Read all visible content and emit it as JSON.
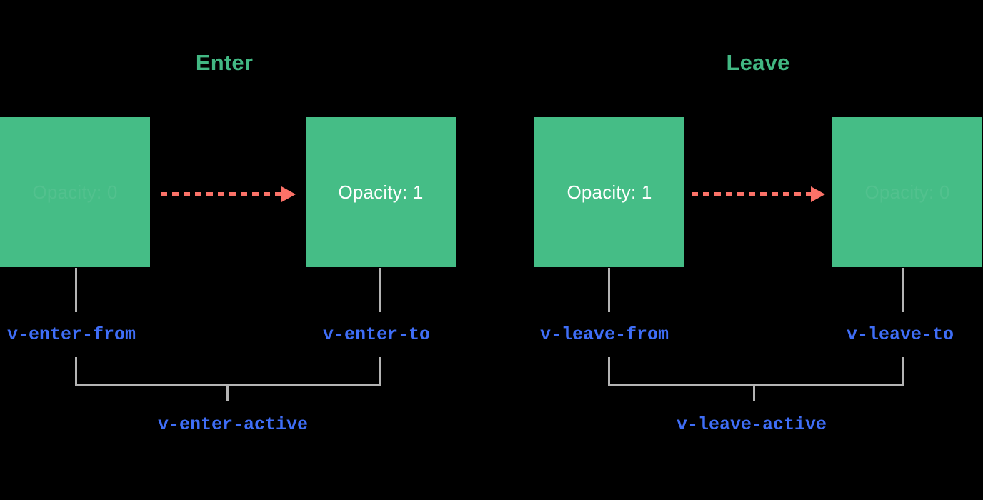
{
  "diagram": {
    "title_enter": "Enter",
    "title_leave": "Leave",
    "accent_green": "#42b883",
    "box_green": "#45bd86",
    "arrow_red": "#fb7268",
    "label_blue": "#3f6ef7",
    "connector_gray": "#b4b4b4",
    "background": "#000000"
  },
  "phases": [
    {
      "title": "Enter",
      "from_state": "Opacity: 0",
      "to_state": "Opacity: 1",
      "from_class": "v-enter-from",
      "to_class": "v-enter-to",
      "active_class": "v-enter-active"
    },
    {
      "title": "Leave",
      "from_state": "Opacity: 1",
      "to_state": "Opacity: 0",
      "from_class": "v-leave-from",
      "to_class": "v-leave-to",
      "active_class": "v-leave-active"
    }
  ],
  "boxes": [
    {
      "state_text": "Opacity: 0",
      "faded": true
    },
    {
      "state_text": "Opacity: 1",
      "faded": false
    },
    {
      "state_text": "Opacity: 1",
      "faded": false
    },
    {
      "state_text": "Opacity: 0",
      "faded": true
    }
  ]
}
